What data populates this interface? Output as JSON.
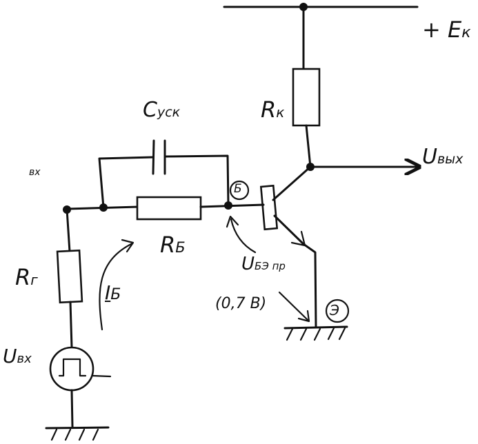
{
  "labels": {
    "supply": "+ E",
    "supply_sub": "к",
    "collector_resistor": "R",
    "collector_resistor_sub": "к",
    "speedup_capacitor": "C",
    "speedup_capacitor_sub": "уск",
    "output_voltage": "U",
    "output_voltage_sub": "вых",
    "input_node": "вх",
    "base_resistor": "R",
    "base_resistor_sub": "Б",
    "source_resistor": "R",
    "source_resistor_sub": "г",
    "base_current": "I",
    "base_current_sub": "Б",
    "input_voltage": "U",
    "input_voltage_sub": "вх",
    "base_node": "Б",
    "be_voltage": "U",
    "be_voltage_sub": "БЭ пр",
    "be_voltage_value": "(0,7 В)",
    "emitter_node": "Э"
  }
}
